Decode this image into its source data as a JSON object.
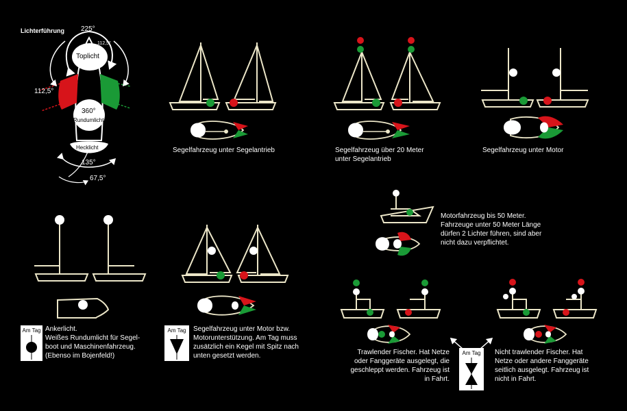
{
  "diagram": {
    "title": "Lichterführung",
    "angles": {
      "a225": "225°",
      "a112_small": "112,5°",
      "a112": "112,5°",
      "a135": "135°",
      "a67": "67,5°"
    },
    "light_names": {
      "toplicht": "Toplicht",
      "rundum_deg": "360°",
      "rundum": "Rundumlicht",
      "hecklicht": "Hecklicht"
    }
  },
  "captions": {
    "sail": "Segelfahrzeug unter Segelantrieb",
    "sail20": "Segelfahrzeug über 20 Meter\nunter Segelantrieb",
    "motor": "Segelfahrzeug unter Motor",
    "motor50": "Motorfahrzeug bis 50 Meter.\nFahrzeuge unter 50 Meter Länge\ndürfen 2 Lichter führen, sind aber\nnicht dazu verpflichtet.",
    "anchor": "Ankerlicht.\nWeißes Rundumlicht für Segel-\nboot und Maschinenfahrzeug.\n(Ebenso im Bojenfeld!)",
    "motorsail": "Segelfahrzeug unter Motor bzw.\nMotorunterstützung. Am Tag muss\nzusätzlich ein Kegel mit Spitz nach\nunten gesetzt werden.",
    "trawl": "Trawlender Fischer. Hat Netze\noder Fanggeräte ausgelegt, die\ngeschleppt werden. Fahrzeug ist\nin Fahrt.",
    "nontrawl": "Nicht trawlender Fischer. Hat\nNetze oder andere Fanggeräte\nseitlich ausgelegt. Fahrzeug ist\nnicht in Fahrt."
  },
  "day_signs": {
    "label": "Am Tag"
  },
  "colors": {
    "background": "#000000",
    "hull": "#ece6c8",
    "port_red": "#d7141a",
    "starboard_green": "#1a9a36",
    "white_light": "#ffffff"
  }
}
